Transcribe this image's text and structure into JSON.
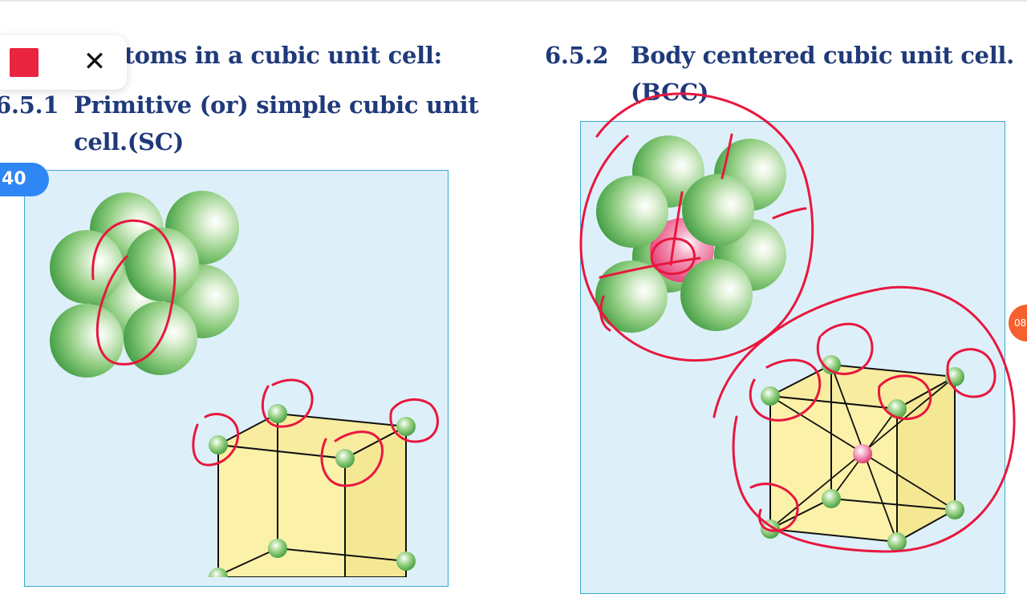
{
  "heading_left": {
    "title": "atoms in a cubic unit cell:",
    "number": "6.5.1",
    "title_line1": "Primitive (or) simple cubic unit",
    "title_line2": "cell.(SC)"
  },
  "heading_right": {
    "number": "6.5.2",
    "title_line1": "Body centered cubic unit cell.",
    "title_line2": "(BCC)"
  },
  "toolbar": {
    "record_icon": "stop-square-icon",
    "close_icon": "close-icon",
    "close_glyph": "✕"
  },
  "page_badge": "40",
  "timer_badge": "08",
  "colors": {
    "heading": "#1f3a7a",
    "panel_bg": "#ddf0f9",
    "panel_border": "#3aa9d0",
    "atom_green": "#4caf50",
    "atom_pink": "#e91e63",
    "cube_face": "#fbf1a8",
    "annotation_ink": "#e8173e",
    "record_button": "#e8243f",
    "page_badge": "#2f86f5",
    "timer_badge": "#f5602e"
  }
}
